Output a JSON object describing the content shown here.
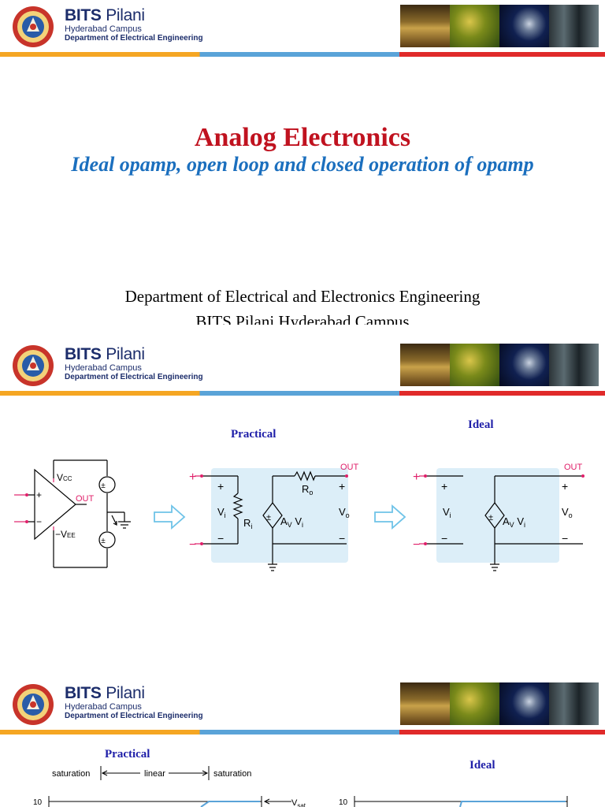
{
  "header": {
    "brand_name_bold": "BITS",
    "brand_name_thin": "Pilani",
    "campus": "Hyderabad Campus",
    "department": "Department of Electrical Engineering"
  },
  "slide1": {
    "title": "Analog Electronics",
    "subtitle": "Ideal opamp, open loop and closed operation of opamp",
    "dept_line1": "Department of Electrical and Electronics Engineering",
    "dept_line2": "BITS Pilani Hyderabad Campus"
  },
  "slide2": {
    "label_practical": "Practical",
    "label_ideal": "Ideal",
    "opamp": {
      "vcc": "V",
      "vcc_sub": "CC",
      "vee": "−V",
      "vee_sub": "EE",
      "out": "OUT",
      "plus": "+",
      "minus": "−"
    },
    "practical": {
      "out": "OUT",
      "vi": "V",
      "vi_sub": "i",
      "ri": "R",
      "ri_sub": "i",
      "ro": "R",
      "ro_sub": "o",
      "av": "A",
      "av_sub": "V",
      "av_vi": "V",
      "av_vi_sub": "i",
      "vo": "V",
      "vo_sub": "o",
      "plus": "+",
      "minus": "−"
    },
    "ideal": {
      "out": "OUT",
      "vi": "V",
      "vi_sub": "i",
      "av": "A",
      "av_sub": "V",
      "av_vi": "V",
      "av_vi_sub": "i",
      "vo": "V",
      "vo_sub": "o",
      "plus": "+",
      "minus": "−"
    }
  },
  "slide3": {
    "label_practical": "Practical",
    "label_ideal": "Ideal",
    "region_left": "saturation",
    "region_mid": "linear",
    "region_right": "saturation",
    "vsat": "V",
    "vsat_sub": "sat",
    "tick_left": "10",
    "tick_right": "10"
  }
}
